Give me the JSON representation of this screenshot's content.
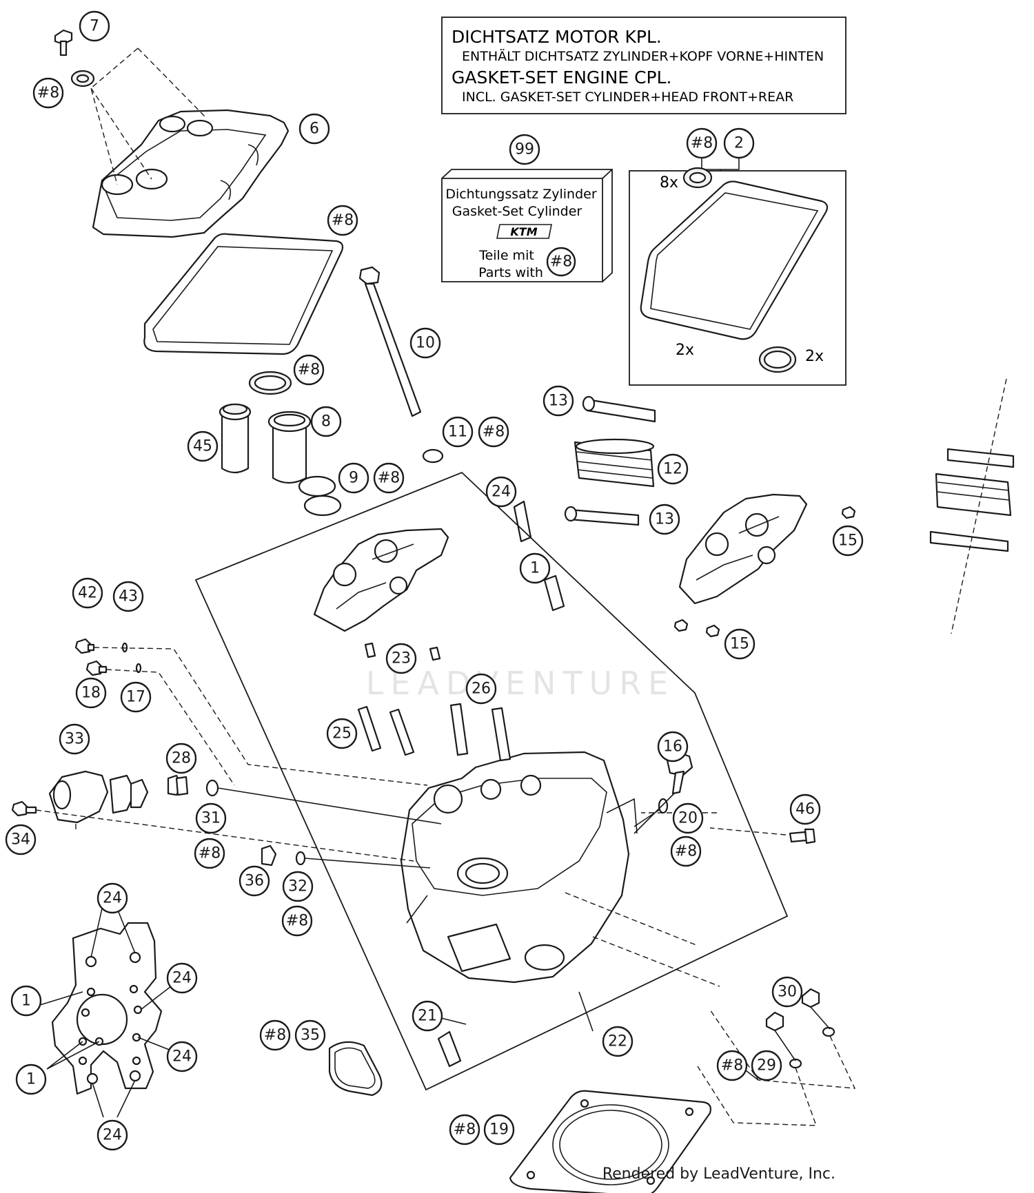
{
  "info_box": {
    "line1": "DICHTSATZ MOTOR KPL.",
    "line2": "ENTHÄLT DICHTSATZ ZYLINDER+KOPF VORNE+HINTEN",
    "line3": "GASKET-SET ENGINE CPL.",
    "line4": "INCL. GASKET-SET CYLINDER+HEAD FRONT+REAR"
  },
  "kit_box": {
    "callout": "99",
    "title_de": "Dichtungssatz Zylinder",
    "title_en": "Gasket-Set Cylinder",
    "logo": "KTM",
    "note_de": "Teile mit",
    "note_en": "Parts with",
    "badge": "#8"
  },
  "set_box": {
    "callouts": [
      "#8",
      "2"
    ],
    "qty_seal": "8x",
    "qty_gasket": "2x",
    "qty_ring": "2x"
  },
  "watermark": "LEADVENTURE",
  "footer": "Rendered by LeadVenture, Inc.",
  "callouts": [
    {
      "id": "c7",
      "label": "7"
    },
    {
      "id": "c8a",
      "label": "#8"
    },
    {
      "id": "c6",
      "label": "6"
    },
    {
      "id": "c8b",
      "label": "#8"
    },
    {
      "id": "c10",
      "label": "10"
    },
    {
      "id": "c8c",
      "label": "#8"
    },
    {
      "id": "c8",
      "label": "8"
    },
    {
      "id": "c45",
      "label": "45"
    },
    {
      "id": "c11",
      "label": "11"
    },
    {
      "id": "c8d",
      "label": "#8"
    },
    {
      "id": "c9",
      "label": "9"
    },
    {
      "id": "c8e",
      "label": "#8"
    },
    {
      "id": "c13a",
      "label": "13"
    },
    {
      "id": "c12",
      "label": "12"
    },
    {
      "id": "c13b",
      "label": "13"
    },
    {
      "id": "c24a",
      "label": "24"
    },
    {
      "id": "c1a",
      "label": "1"
    },
    {
      "id": "c15a",
      "label": "15"
    },
    {
      "id": "c15b",
      "label": "15"
    },
    {
      "id": "c42",
      "label": "42"
    },
    {
      "id": "c43",
      "label": "43"
    },
    {
      "id": "c23",
      "label": "23"
    },
    {
      "id": "c18",
      "label": "18"
    },
    {
      "id": "c17",
      "label": "17"
    },
    {
      "id": "c26",
      "label": "26"
    },
    {
      "id": "c25",
      "label": "25"
    },
    {
      "id": "c33",
      "label": "33"
    },
    {
      "id": "c16",
      "label": "16"
    },
    {
      "id": "c28",
      "label": "28"
    },
    {
      "id": "c31",
      "label": "31"
    },
    {
      "id": "c34",
      "label": "34"
    },
    {
      "id": "c8f",
      "label": "#8"
    },
    {
      "id": "c20",
      "label": "20"
    },
    {
      "id": "c8g",
      "label": "#8"
    },
    {
      "id": "c46",
      "label": "46"
    },
    {
      "id": "c36",
      "label": "36"
    },
    {
      "id": "c32",
      "label": "32"
    },
    {
      "id": "c8h",
      "label": "#8"
    },
    {
      "id": "c24b",
      "label": "24"
    },
    {
      "id": "c24c",
      "label": "24"
    },
    {
      "id": "c1b",
      "label": "1"
    },
    {
      "id": "c24d",
      "label": "24"
    },
    {
      "id": "c1c",
      "label": "1"
    },
    {
      "id": "c24e",
      "label": "24"
    },
    {
      "id": "c21",
      "label": "21"
    },
    {
      "id": "c22",
      "label": "22"
    },
    {
      "id": "c30",
      "label": "30"
    },
    {
      "id": "c8i",
      "label": "#8"
    },
    {
      "id": "c35",
      "label": "35"
    },
    {
      "id": "c8j",
      "label": "#8"
    },
    {
      "id": "c29",
      "label": "29"
    },
    {
      "id": "c8k",
      "label": "#8"
    },
    {
      "id": "c19",
      "label": "19"
    }
  ]
}
